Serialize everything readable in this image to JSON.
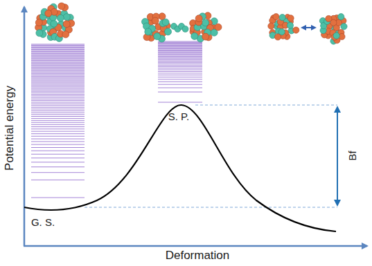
{
  "diagram": {
    "labels": [
      "Potential energy",
      "Deformation",
      "G. S.",
      "S. P.",
      "Bf"
    ]
  }
}
